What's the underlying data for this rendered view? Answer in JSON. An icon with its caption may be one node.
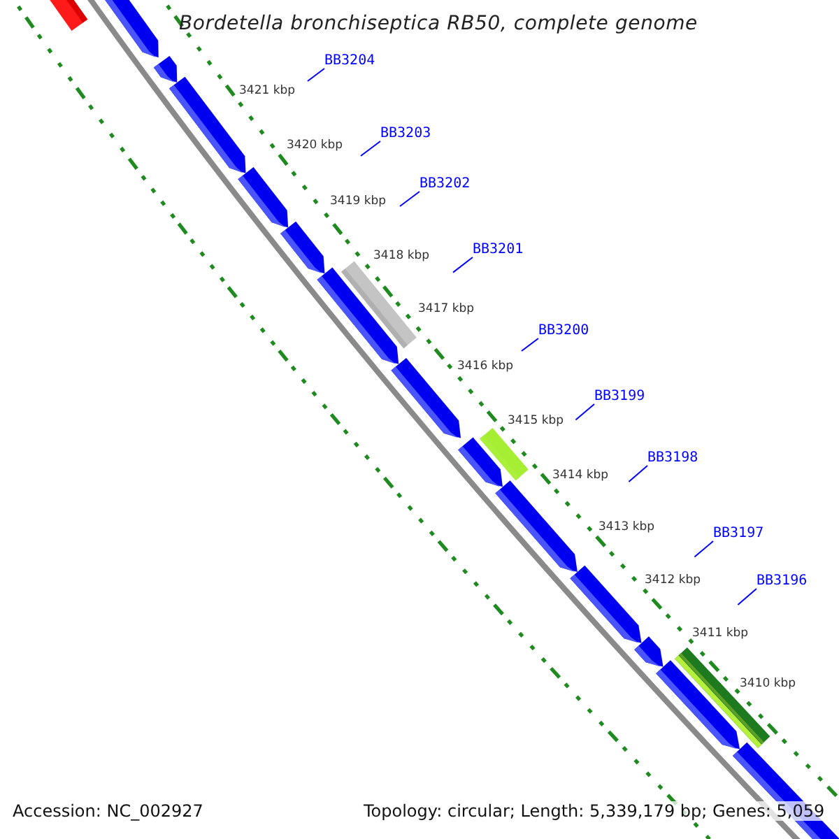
{
  "diagram": {
    "title": "Bordetella bronchiseptica RB50, complete genome",
    "nodes": [
      {
        "text": [
          "BB3204"
        ]
      },
      {
        "text": [
          "BB3203"
        ]
      },
      {
        "text": [
          "BB3202"
        ]
      },
      {
        "text": [
          "BB3201"
        ]
      },
      {
        "text": [
          "BB3200"
        ]
      },
      {
        "text": [
          "BB3199"
        ]
      },
      {
        "text": [
          "BB3198"
        ]
      },
      {
        "text": [
          "BB3197"
        ]
      },
      {
        "text": [
          "BB3196"
        ]
      }
    ],
    "edges": [
      {
        "from": 0,
        "to": null,
        "arrow": "none"
      },
      {
        "from": 1,
        "to": null,
        "arrow": "none"
      },
      {
        "from": 2,
        "to": null,
        "arrow": "none"
      },
      {
        "from": 3,
        "to": null,
        "arrow": "none"
      },
      {
        "from": 4,
        "to": null,
        "arrow": "none"
      },
      {
        "from": 5,
        "to": null,
        "arrow": "none"
      },
      {
        "from": 6,
        "to": null,
        "arrow": "none"
      },
      {
        "from": 7,
        "to": null,
        "arrow": "none"
      },
      {
        "from": 8,
        "to": null,
        "arrow": "none"
      }
    ],
    "labels": [
      "3421 kbp",
      "3420 kbp",
      "3419 kbp",
      "3418 kbp",
      "3417 kbp",
      "3416 kbp",
      "3415 kbp",
      "3414 kbp",
      "3413 kbp",
      "3412 kbp",
      "3411 kbp",
      "3410 kbp",
      "Accession: NC_002927",
      "Topology: circular; Length: 5,339,179 bp; Genes: 5,059"
    ]
  }
}
